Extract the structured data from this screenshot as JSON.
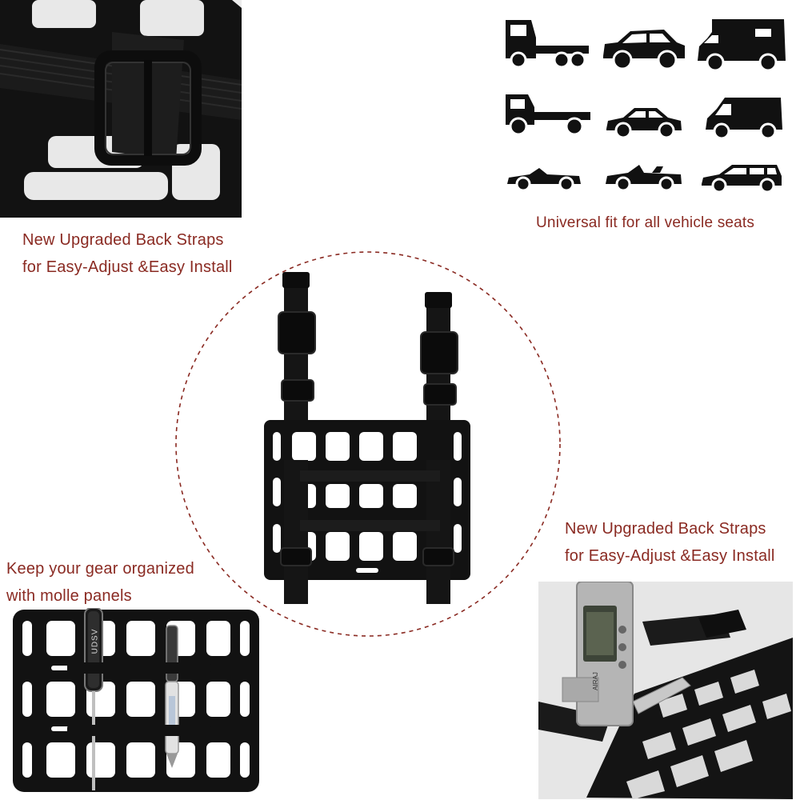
{
  "captions": {
    "top_left_line1": "New Upgraded Back Straps",
    "top_left_line2": "for Easy-Adjust &Easy Install",
    "top_right": "Universal fit for all vehicle seats",
    "mid_right_line1": "New Upgraded Back Straps",
    "mid_right_line2": "for Easy-Adjust &Easy Install",
    "bottom_left_line1": "Keep your gear organized",
    "bottom_left_line2": "with molle panels"
  },
  "vehicle_icons": [
    "semi-truck-icon",
    "suv-icon",
    "camper-van-icon",
    "flatbed-truck-icon",
    "sedan-icon",
    "cargo-van-icon",
    "roadster-icon",
    "convertible-icon",
    "wagon-icon"
  ],
  "screwdriver_text": "UDSV",
  "caliper_text": "AIRAJ",
  "colors": {
    "caption": "#8a2a22",
    "dashed_circle": "#8a2a22",
    "panel": "#111111",
    "photo_bg": "#e6e6e6"
  }
}
